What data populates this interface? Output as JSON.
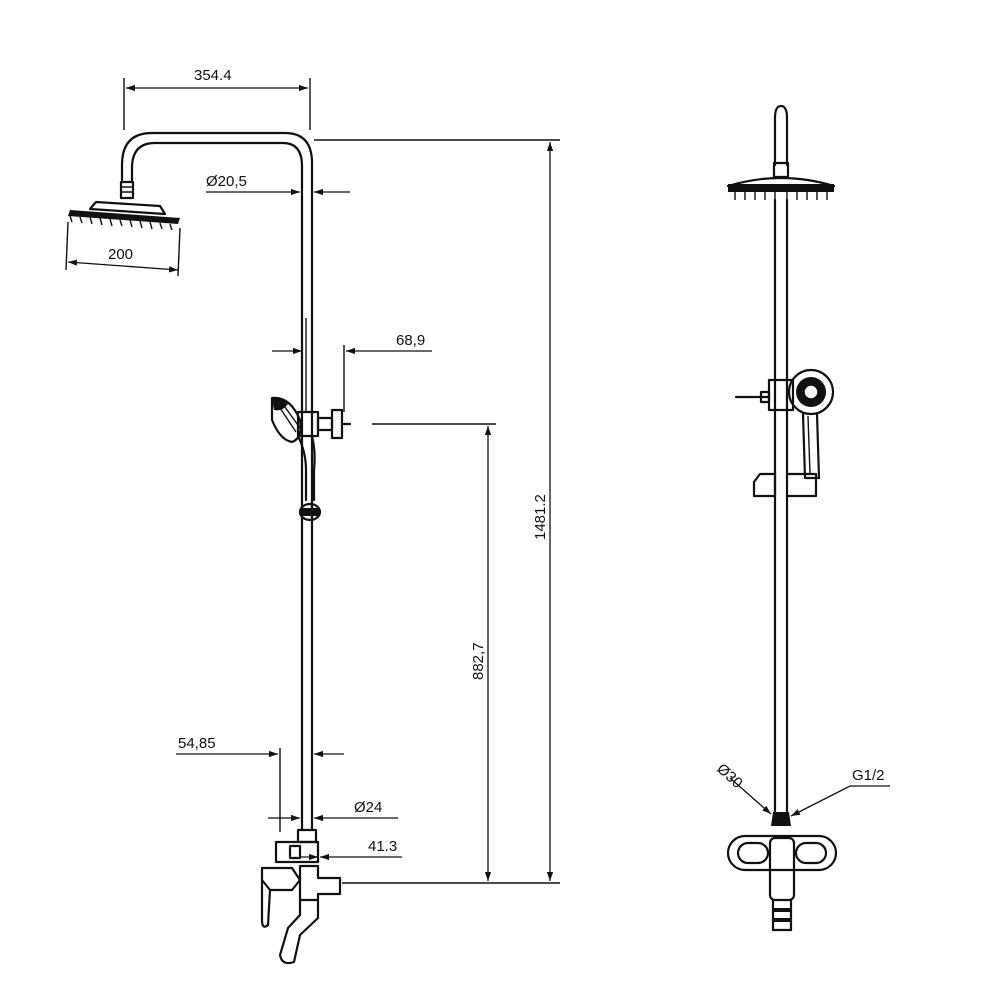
{
  "dimensions": {
    "head_reach": "354.4",
    "pipe_diameter": "20,5",
    "head_width": "200",
    "bracket_offset": "68,9",
    "total_height": "1481.2",
    "holder_height": "882,7",
    "mixer_offset": "54,85",
    "bar_diameter": "24",
    "outlet_offset": "41.3",
    "inlet_diameter": "30",
    "thread": "G1/2"
  },
  "symbols": {
    "diameter": "Ø"
  },
  "colors": {
    "line": "#111111",
    "background": "#ffffff"
  }
}
